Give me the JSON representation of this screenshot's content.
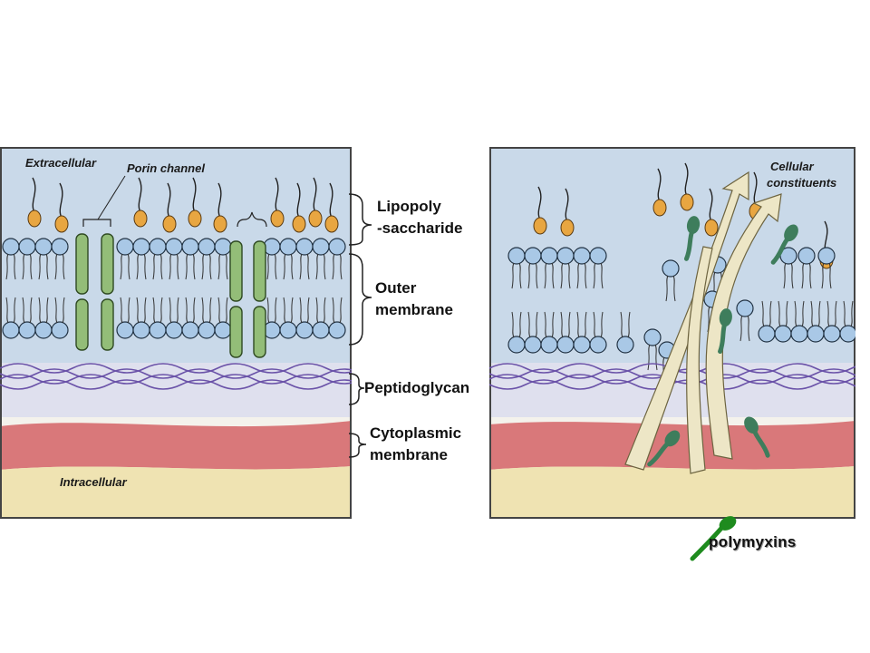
{
  "left_panel": {
    "extracellular": "Extracellular",
    "porin_channel": "Porin channel",
    "intracellular": "Intracellular"
  },
  "right_panel": {
    "cellular_constituents_line1": "Cellular",
    "cellular_constituents_line2": "constituents"
  },
  "labels": {
    "lps_line1": "Lipopoly",
    "lps_line2": "-saccharide",
    "outer_line1": "Outer",
    "outer_line2": "membrane",
    "peptidoglycan": "Peptidoglycan",
    "cytoplasmic_line1": "Cytoplasmic",
    "cytoplasmic_line2": "membrane"
  },
  "legend": {
    "label": "polymyxins",
    "color": "#1e8b1e"
  },
  "colors": {
    "background_blue": "#c9d9e9",
    "lps_head": "#e8a641",
    "phospholipid_head": "#a9c8e6",
    "porin": "#93bd78",
    "peptidoglycan_band": "#d9d5ea",
    "peptidoglycan_strand": "#6a52a8",
    "cytoplasmic_membrane": "#d9787a",
    "cytoplasm": "#efe3b2",
    "polymyxin_molecule": "#3e7d5c",
    "efflux_arrow": "#ede6c6"
  }
}
